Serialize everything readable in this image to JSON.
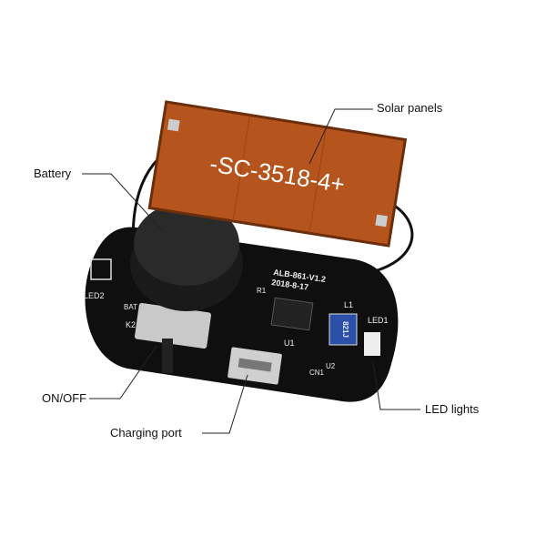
{
  "labels": {
    "solar_panels": "Solar panels",
    "battery": "Battery",
    "on_off": "ON/OFF",
    "charging_port": "Charging port",
    "led_lights": "LED lights"
  },
  "panel": {
    "marking": "-SC-3518-4+"
  },
  "board": {
    "model": "ALB-861-V1.2",
    "date": "2018-8-17",
    "silkscreen": [
      "LED2",
      "LED1",
      "L1",
      "U1",
      "U2",
      "CN1",
      "K2",
      "BAT",
      "R1"
    ],
    "inductor_code": "821J"
  },
  "colors": {
    "panel": "#b5541c",
    "board": "#111111",
    "inductor": "#2c4fa8"
  }
}
